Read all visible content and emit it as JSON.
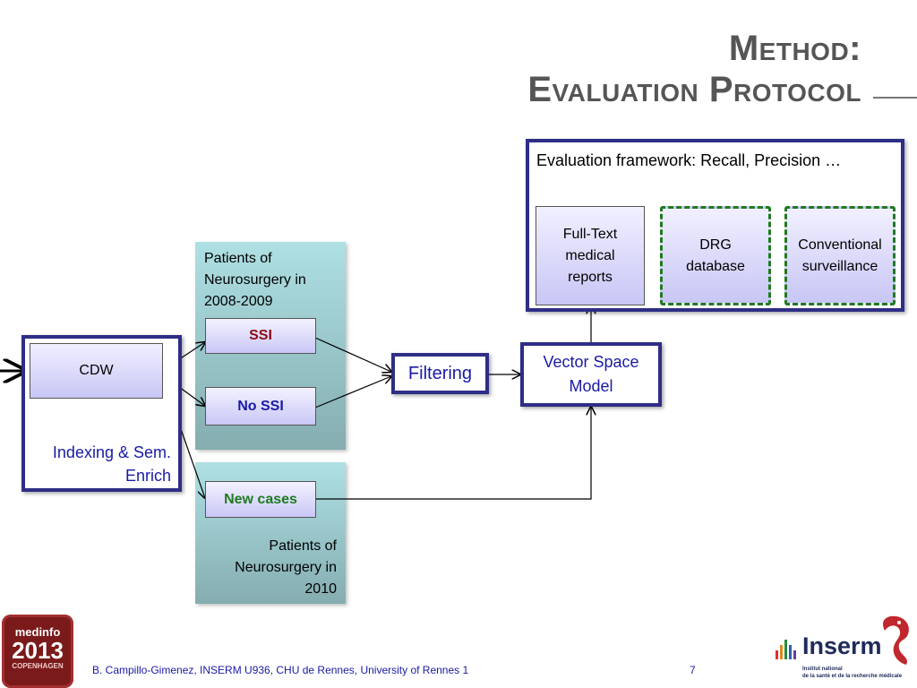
{
  "title": {
    "line1": "Method:",
    "line2": "Evaluation Protocol"
  },
  "eval_framework": {
    "label": "Evaluation framework: Recall, Precision …",
    "boxes": [
      {
        "label": "Full-Text medical reports"
      },
      {
        "label": "DRG database"
      },
      {
        "label": "Conventional surveillance"
      }
    ]
  },
  "panel_2008": {
    "label": "Patients of Neurosurgery in 2008-2009",
    "ssi": "SSI",
    "no_ssi": "No SSI"
  },
  "panel_2010": {
    "label": "Patients of Neurosurgery in 2010",
    "new_cases": "New cases"
  },
  "cdw_frame": {
    "cdw": "CDW",
    "caption": "Indexing & Sem. Enrich"
  },
  "filtering": "Filtering",
  "vsm": "Vector Space Model",
  "colors": {
    "frame": "#2e2e86",
    "ssi": "#8b0a14",
    "no_ssi": "#1a1aa6",
    "new_cases": "#1f7a1f",
    "dashed": "#1f7a1f"
  },
  "footer": {
    "credit": "B. Campillo-Gimenez, INSERM U936, CHU de Rennes, University of Rennes 1",
    "page": "7",
    "medinfo_logo": {
      "line1": "medinfo",
      "line2": "2013",
      "line3": "COPENHAGEN"
    },
    "inserm_logo": {
      "name": "Inserm",
      "sub1": "Institut national",
      "sub2": "de la santé et de la recherche médicale"
    }
  }
}
